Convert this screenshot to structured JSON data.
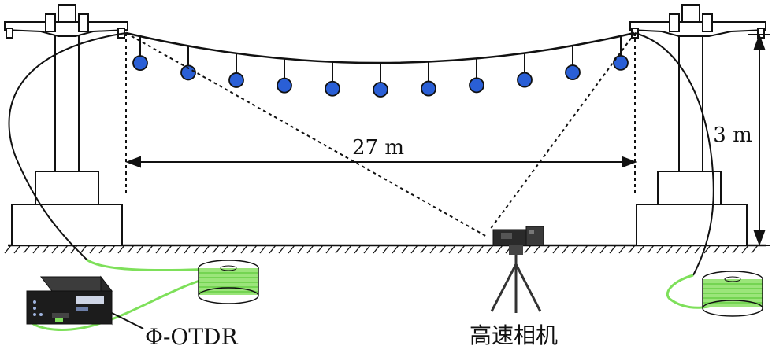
{
  "labels": {
    "span": "27 m",
    "height": "3 m",
    "device": "Φ-OTDR",
    "camera": "高速相机"
  },
  "sensor_count": 11,
  "colors": {
    "fiber": "#7ee05a",
    "sensor": "#2a5fd6",
    "tower": "#ffffff",
    "stroke": "#111111"
  }
}
